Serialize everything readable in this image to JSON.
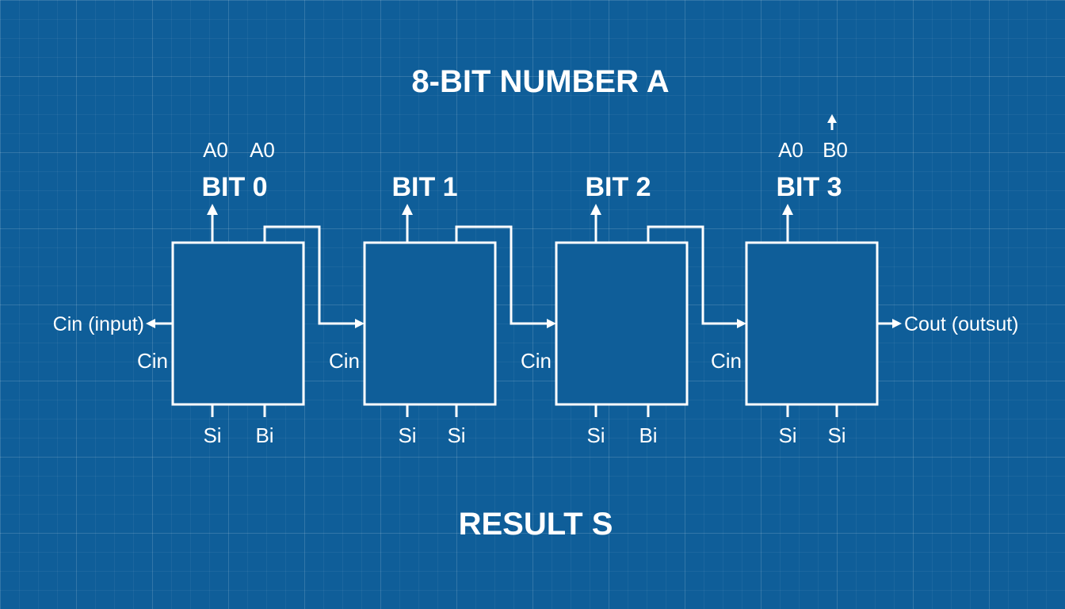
{
  "title": "8-BIT NUMBER A",
  "footer": "RESULT S",
  "input_label": "Cin (input)",
  "output_label": "Cout (outsut)",
  "top_extra_arrow": true,
  "colors": {
    "background": "#0f5e99",
    "stroke": "#ffffff"
  },
  "blocks": [
    {
      "label": "BIT 0",
      "top_left": "A0",
      "top_right": "A0",
      "cin": "Cin",
      "bottom_left": "Si",
      "bottom_right": "Bi"
    },
    {
      "label": "BIT 1",
      "top_left": "",
      "top_right": "",
      "cin": "Cin",
      "bottom_left": "Si",
      "bottom_right": "Si"
    },
    {
      "label": "BIT 2",
      "top_left": "",
      "top_right": "",
      "cin": "Cin",
      "bottom_left": "Si",
      "bottom_right": "Bi"
    },
    {
      "label": "BIT 3",
      "top_left": "A0",
      "top_right": "B0",
      "cin": "Cin",
      "bottom_left": "Si",
      "bottom_right": "Si"
    }
  ]
}
